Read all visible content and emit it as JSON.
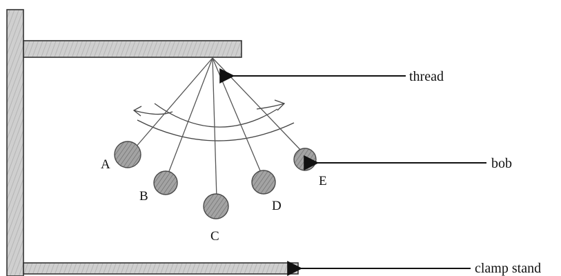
{
  "diagram": {
    "labels": {
      "thread": "thread",
      "bob": "bob",
      "clamp_stand": "clamp stand"
    },
    "positions": [
      {
        "letter": "A"
      },
      {
        "letter": "B"
      },
      {
        "letter": "C"
      },
      {
        "letter": "D"
      },
      {
        "letter": "E"
      }
    ],
    "colors": {
      "wood": "#c9c9c9",
      "outline": "#333333",
      "bob": "#9a9a9a",
      "ink": "#111111"
    }
  }
}
